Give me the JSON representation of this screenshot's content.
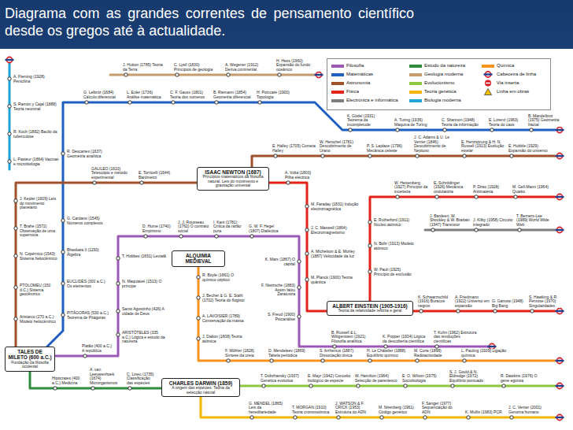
{
  "diagram": {
    "title": "Diagrama com as grandes correntes de pensamento científico desde os gregos até à actualidade.",
    "nodes": [
      {
        "text": [
          "ISAAC NEWTON (1687)",
          "Princípios matemáticos da filosofia natural. Leis do movimento e gravitação universal"
        ]
      },
      {
        "text": [
          "ALQUIMIA MEDIEVAL"
        ]
      },
      {
        "text": [
          "ALBERT EINSTEIN (1905-1916)",
          "Teoria da relatividade restrita e geral"
        ]
      },
      {
        "text": [
          "TALES DE MILETO (600 a.C.)",
          "Fundação da filosofia ocidental"
        ]
      },
      {
        "text": [
          "CHARLES DARWIN (1859)",
          "A origem das espécies. Teoria da selecção natural"
        ]
      }
    ],
    "edges": [
      {
        "from": 3,
        "to": 0,
        "arrow": "none"
      },
      {
        "from": 0,
        "to": 2,
        "arrow": "none"
      },
      {
        "from": 3,
        "to": 4,
        "arrow": "none"
      }
    ],
    "labels": [
      "A. Fleming (1928) Penicilina",
      "S. Ramón y Cajal (1888) Teoria neuronal",
      "R. Koch (1882) Bacilo da tuberculose",
      "L. Pasteur (1864) Vacinas e microbiologia",
      "J. Hutton (1785) Teoria da Terra",
      "C. Lyell (1830) Princípios de geologia",
      "A. Wegener (1912) Deriva continental",
      "H. Hess (1960) Expansão do fundo oceânico",
      "G. Leibniz (1684) Cálculo diferencial",
      "L. Euler (1736) Análise matemática",
      "C. F. Gauss (1801) Teoria dos números",
      "B. Riemann (1854) Geometria diferencial",
      "H. Poincaré (1900) Topologia",
      "K. Gödel (1931) Teorema da incompletude",
      "A. Turing (1936) Máquina de Turing",
      "C. Shannon (1948) Teoria da informação",
      "E. Lorenz (1963) Teoria do caos",
      "B. Mandelbrot (1975) Geometria fractal",
      "R. Descartes (1637) Geometria analítica",
      "G. Cardano (1545) Números complexos",
      "Bhaskara II (1150) Álgebra",
      "EUCLIDES (300 a.C.) Os elementos",
      "PITÁGORAS (530 a.C.) Teorema de Pitágoras",
      "J. Kepler (1609) Leis do movimento planetário",
      "T. Brahe (1572) Observação de uma supernova",
      "N. Copérnico (1543) Sistema heliocêntrico",
      "PTOLOMEU (150 d.C.) Sistema geocêntrico",
      "Aristarco (270 a.C.) Modelo heliocêntrico",
      "GALILEO (1610) Telescópio e método experimental",
      "E. Torricelli (1644) Barómetro",
      "E. Halley (1705) Cometa Halley",
      "W. Herschel (1781) Descobrimento de Urano",
      "P. S. Laplace (1796) Mecânica celeste",
      "J. C. Adams & U. Le Verrier (1846) Descobrimento de Neptuno",
      "E. Hertzsprung & H. N. Russell (1913) Evolução estelar",
      "E. Hubble (1929) Expansão do universo",
      "A. Volta (1800) Pilha eléctrica",
      "M. Faraday (1831) Indução electromagnética",
      "J. C. Maxwell (1864) Electromagnetismo",
      "A. Michelson & E. Morley (1887) Velocidade da luz",
      "M. Planck (1900) Teoria quântica",
      "E. Rutherford (1911) Núcleo atómico",
      "N. Bohr (1913) Modelo atómico",
      "W. Pauli (1925) Princípio de exclusão",
      "W. Heisenberg (1927) Princípio da incerteza",
      "E. Schrödinger (1926) Mecânica ondulatória",
      "P. Dirac (1928) Antimatéria",
      "M. Gell-Mann (1964) Quarks",
      "J. Bardeen, W. Shockley & W. Brattain (1947) Transístor",
      "J. Kilby (1958) Circuito integrado",
      "T. Berners-Lee (1989) World Wide Web",
      "K. Schwarzschild (1916) Buracos negros",
      "A. Friedmann (1922) Universo em expansão",
      "G. Gamow (1948) Big Bang",
      "S. Hawking & R. Penrose (1970) Singularidades",
      "Platão (400 a.C.) A república",
      "ARISTÓTELES (335 a.C.) Lógica e estudo da natureza",
      "Santo Agostinho (426) A cidade de Deus",
      "N. Maquiavel (1513) O príncipe",
      "T. Hobbes (1651) Leviatã",
      "D. Hume (1740) Empirismo",
      "J. J. Rousseau (1762) O contrato social",
      "I. Kant (1781) Crítica da razão pura",
      "G. W. F. Hegel (1807) Dialéctica",
      "K. Marx (1867) O capital",
      "F. Nietzsche (1883) Assim falou Zaratustra",
      "S. Freud (1900) Psicanálise",
      "B. Russell & L. Wittgenstein (1921) Filosofia analítica",
      "K. Popper (1934) Lógica da descoberta científica",
      "T. Kuhn (1962) Estrutura das revoluções científicas",
      "R. Boyle (1661) O químico céptico",
      "J. Becher & G. E. Stahl (1702) Teoria do flogisto",
      "A. LAVOISIER (1789) Conservação da massa",
      "J. Dalton (1808) Teoria atómica",
      "F. Wöhler (1828) Síntese da ureia",
      "D. Mendeleev (1869) Tabela periódica",
      "S. Arrhenius (1887) Dissociação iónica",
      "H. Le Châtelier (1888) Equilíbrio químico",
      "M. Curie (1898) Radioactividade",
      "L. Pauling (1939) Ligação química",
      "Hipócrates (400 a.C.) Medicina",
      "A. van Leeuwenhoek (1674) Microrganismos",
      "C. Lineu (1735) Classificação das espécies",
      "T. Dobzhansky (1937) Genética evolutiva",
      "E. Mayr (1942) Conceito biológico de espécie",
      "W. Hamilton (1964) Selecção de parentesco",
      "E. O. Wilson (1975) Sociobiologia",
      "S. J. Gould & N. Eldredge (1972) Equilíbrio pontuado",
      "R. Dawkins (1976) O gene egoísta",
      "G. MENDEL (1865) Leis da hereditariedade",
      "T. MORGAN (1910) Teoria cromossómica",
      "J. WATSON & F. CRICK (1953) Estrutura do ADN",
      "M. Nirenberg (1961) Código genético",
      "F. Sanger (1977) Sequenciação do ADN",
      "K. Mullis (1983) PCR",
      "J. C. Venter (2001) Genoma humano"
    ],
    "legend": [
      {
        "text": "Filosofia",
        "color": "#9b59b6"
      },
      {
        "text": "Matemáticas",
        "color": "#1f5fbf"
      },
      {
        "text": "Astronomia",
        "color": "#a0522d"
      },
      {
        "text": "Física",
        "color": "#e2231a"
      },
      {
        "text": "Electrónica e informática",
        "color": "#7f7f7f"
      },
      {
        "text": "Estudo da natureza",
        "color": "#2e8b3e"
      },
      {
        "text": "Geologia moderna",
        "color": "#c69c6d"
      },
      {
        "text": "Evolucionismo",
        "color": "#8dc63f"
      },
      {
        "text": "Teoria genética",
        "color": "#f2b705"
      },
      {
        "text": "Biologia moderna",
        "color": "#1fa3d6"
      },
      {
        "text": "Química",
        "color": "#f7941d"
      },
      {
        "text": "Cabeceira de linha"
      },
      {
        "text": "Via inserta"
      },
      {
        "text": "Linha em obras"
      }
    ]
  }
}
